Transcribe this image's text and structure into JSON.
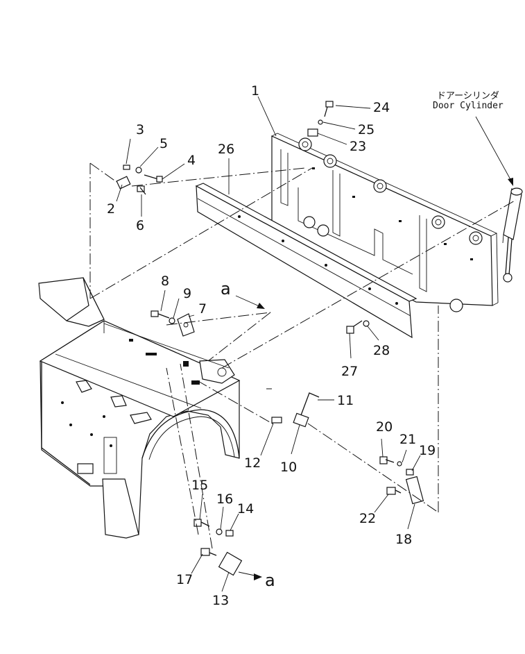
{
  "diagram": {
    "cylinder_label_jp": "ドアーシリンダ",
    "cylinder_label_en": "Door Cylinder",
    "view_marker": "a",
    "callouts": [
      "1",
      "2",
      "3",
      "4",
      "5",
      "6",
      "7",
      "8",
      "9",
      "10",
      "11",
      "12",
      "13",
      "14",
      "15",
      "16",
      "17",
      "18",
      "19",
      "20",
      "21",
      "22",
      "23",
      "24",
      "25",
      "26",
      "27",
      "28"
    ]
  }
}
